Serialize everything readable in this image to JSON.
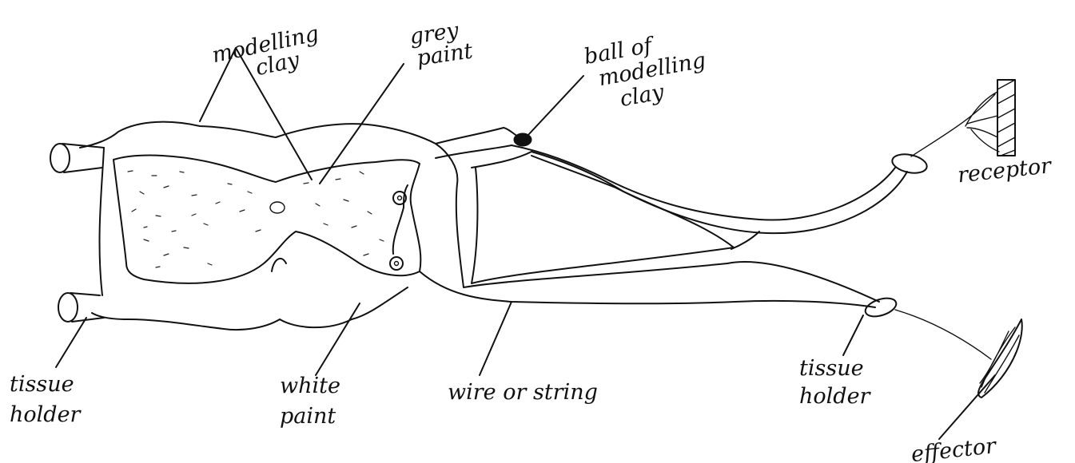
{
  "labels": {
    "modelling_clay": [
      "modelling",
      "clay"
    ],
    "grey_paint": [
      "grey",
      "paint"
    ],
    "ball_of_modelling_clay": [
      "ball of",
      "modelling",
      "clay"
    ],
    "receptor": "receptor",
    "tissue_holder_left": [
      "tissue",
      "holder"
    ],
    "white_paint": [
      "white",
      "paint"
    ],
    "wire_or_string": "wire or string",
    "tissue_holder_right": [
      "tissue",
      "holder"
    ],
    "effector": "effector"
  }
}
